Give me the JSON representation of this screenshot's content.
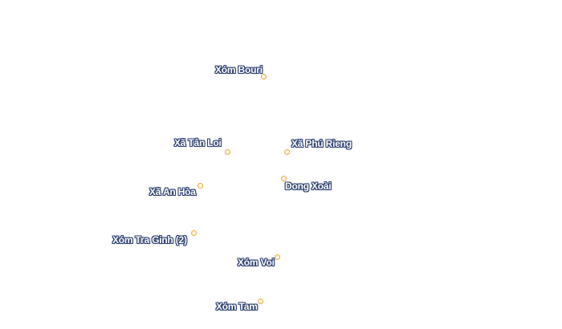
{
  "map": {
    "marker_color": "#e8a93a",
    "label_color": "#ffffff",
    "label_halo_color": "#2b3f6e",
    "places": [
      {
        "name": "Xóm Bouri"
      },
      {
        "name": "Xã Tân Loi"
      },
      {
        "name": "Xã Phú Rieng"
      },
      {
        "name": "Dong Xoài"
      },
      {
        "name": "Xã An Hòa"
      },
      {
        "name": "Xóm Tra Ginh (2)"
      },
      {
        "name": "Xóm Voi"
      },
      {
        "name": "Xóm Tam"
      }
    ]
  }
}
